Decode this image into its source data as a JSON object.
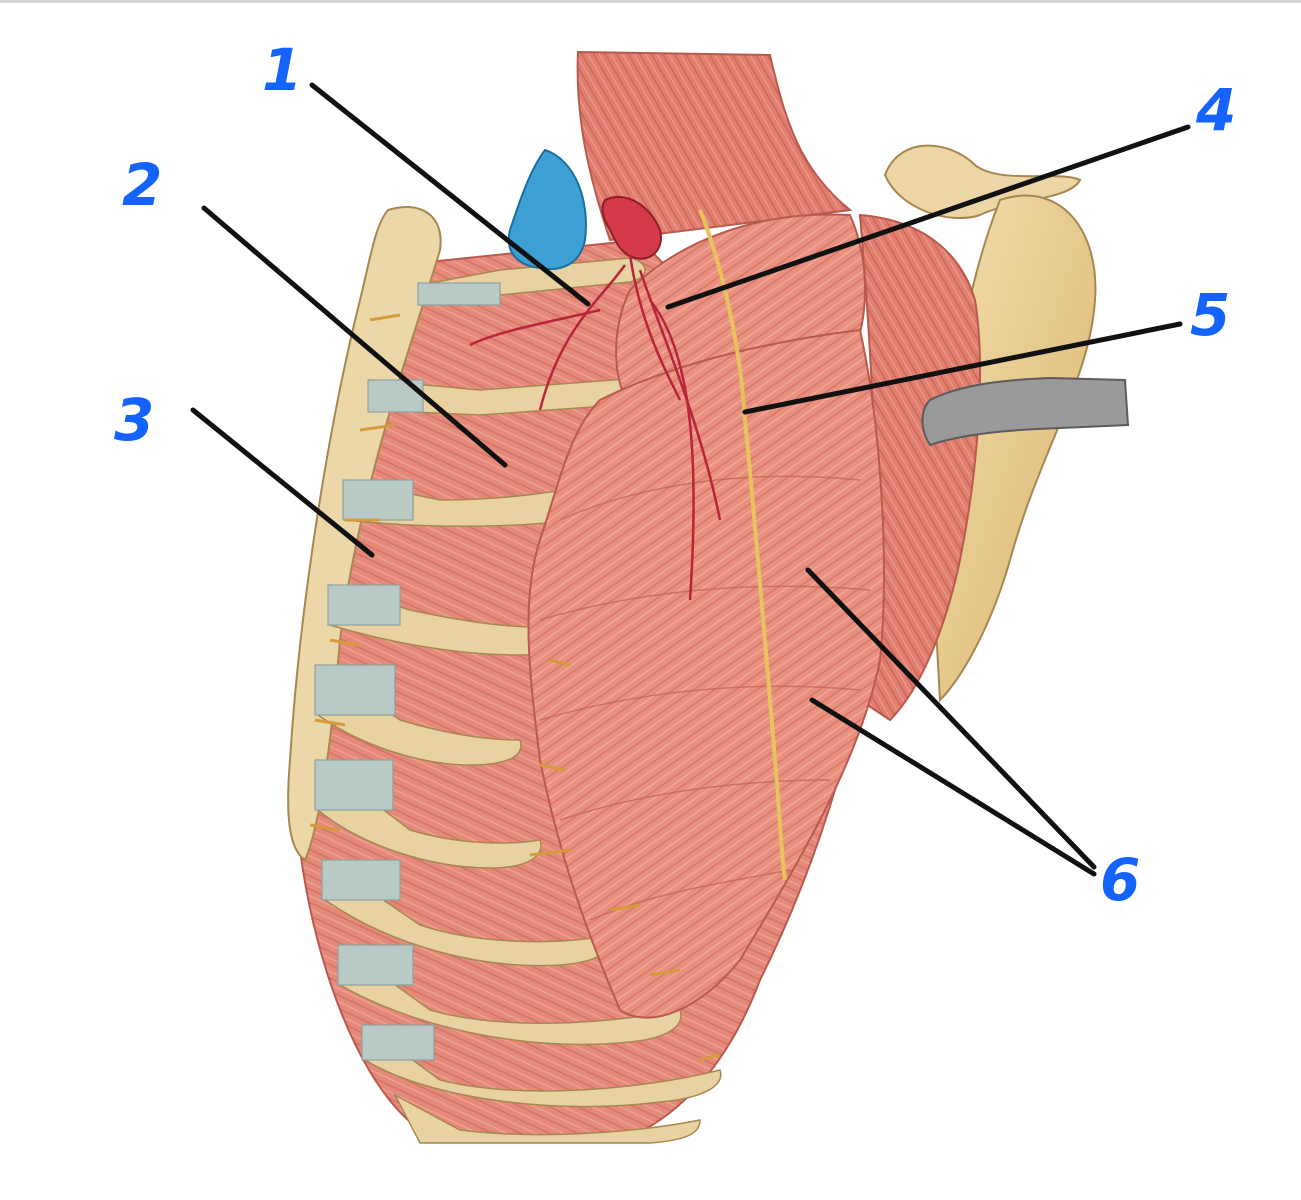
{
  "labels": {
    "l1": "1",
    "l2": "2",
    "l3": "3",
    "l4": "4",
    "l5": "5",
    "l6": "6"
  },
  "colors": {
    "label_blue": "#1463ff",
    "muscle_red": "#e9897a",
    "muscle_dark": "#c95a4d",
    "rib_bone": "#e9d3a6",
    "cartilage": "#b9c9c6",
    "vein_blue": "#3e9fd4",
    "artery_red": "#d43a4a",
    "nerve_yellow": "#e8c25a"
  },
  "icons": {
    "retractor": "retractor-clamp-icon"
  }
}
